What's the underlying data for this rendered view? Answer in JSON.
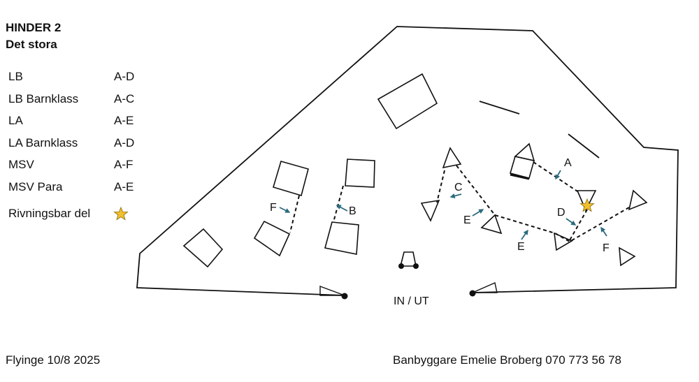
{
  "title": {
    "line1": "HINDER  2",
    "line2": "Det stora"
  },
  "legend": {
    "rows": [
      {
        "class": "LB",
        "range": "A-D"
      },
      {
        "class": "LB Barnklass",
        "range": "A-C"
      },
      {
        "class": "LA",
        "range": "A-E"
      },
      {
        "class": "LA Barnklass",
        "range": "A-D"
      },
      {
        "class": "MSV",
        "range": "A-F"
      },
      {
        "class": "MSV Para",
        "range": "A-E"
      }
    ],
    "removable": {
      "label": "Rivningsbar del",
      "icon": "star-icon"
    }
  },
  "map": {
    "labels": {
      "A": "A",
      "B": "B",
      "C": "C",
      "D": "D",
      "E1": "E",
      "E2": "E",
      "F1": "F",
      "F2": "F",
      "entrance": "IN / UT"
    }
  },
  "footer": {
    "left": "Flyinge 10/8 2025",
    "right": "Banbyggare Emelie Broberg 070 773 56 78"
  },
  "colors": {
    "line": "#111111",
    "arrow": "#2a6a7e",
    "star": "#f0c030",
    "star_stroke": "#8a6a00"
  }
}
